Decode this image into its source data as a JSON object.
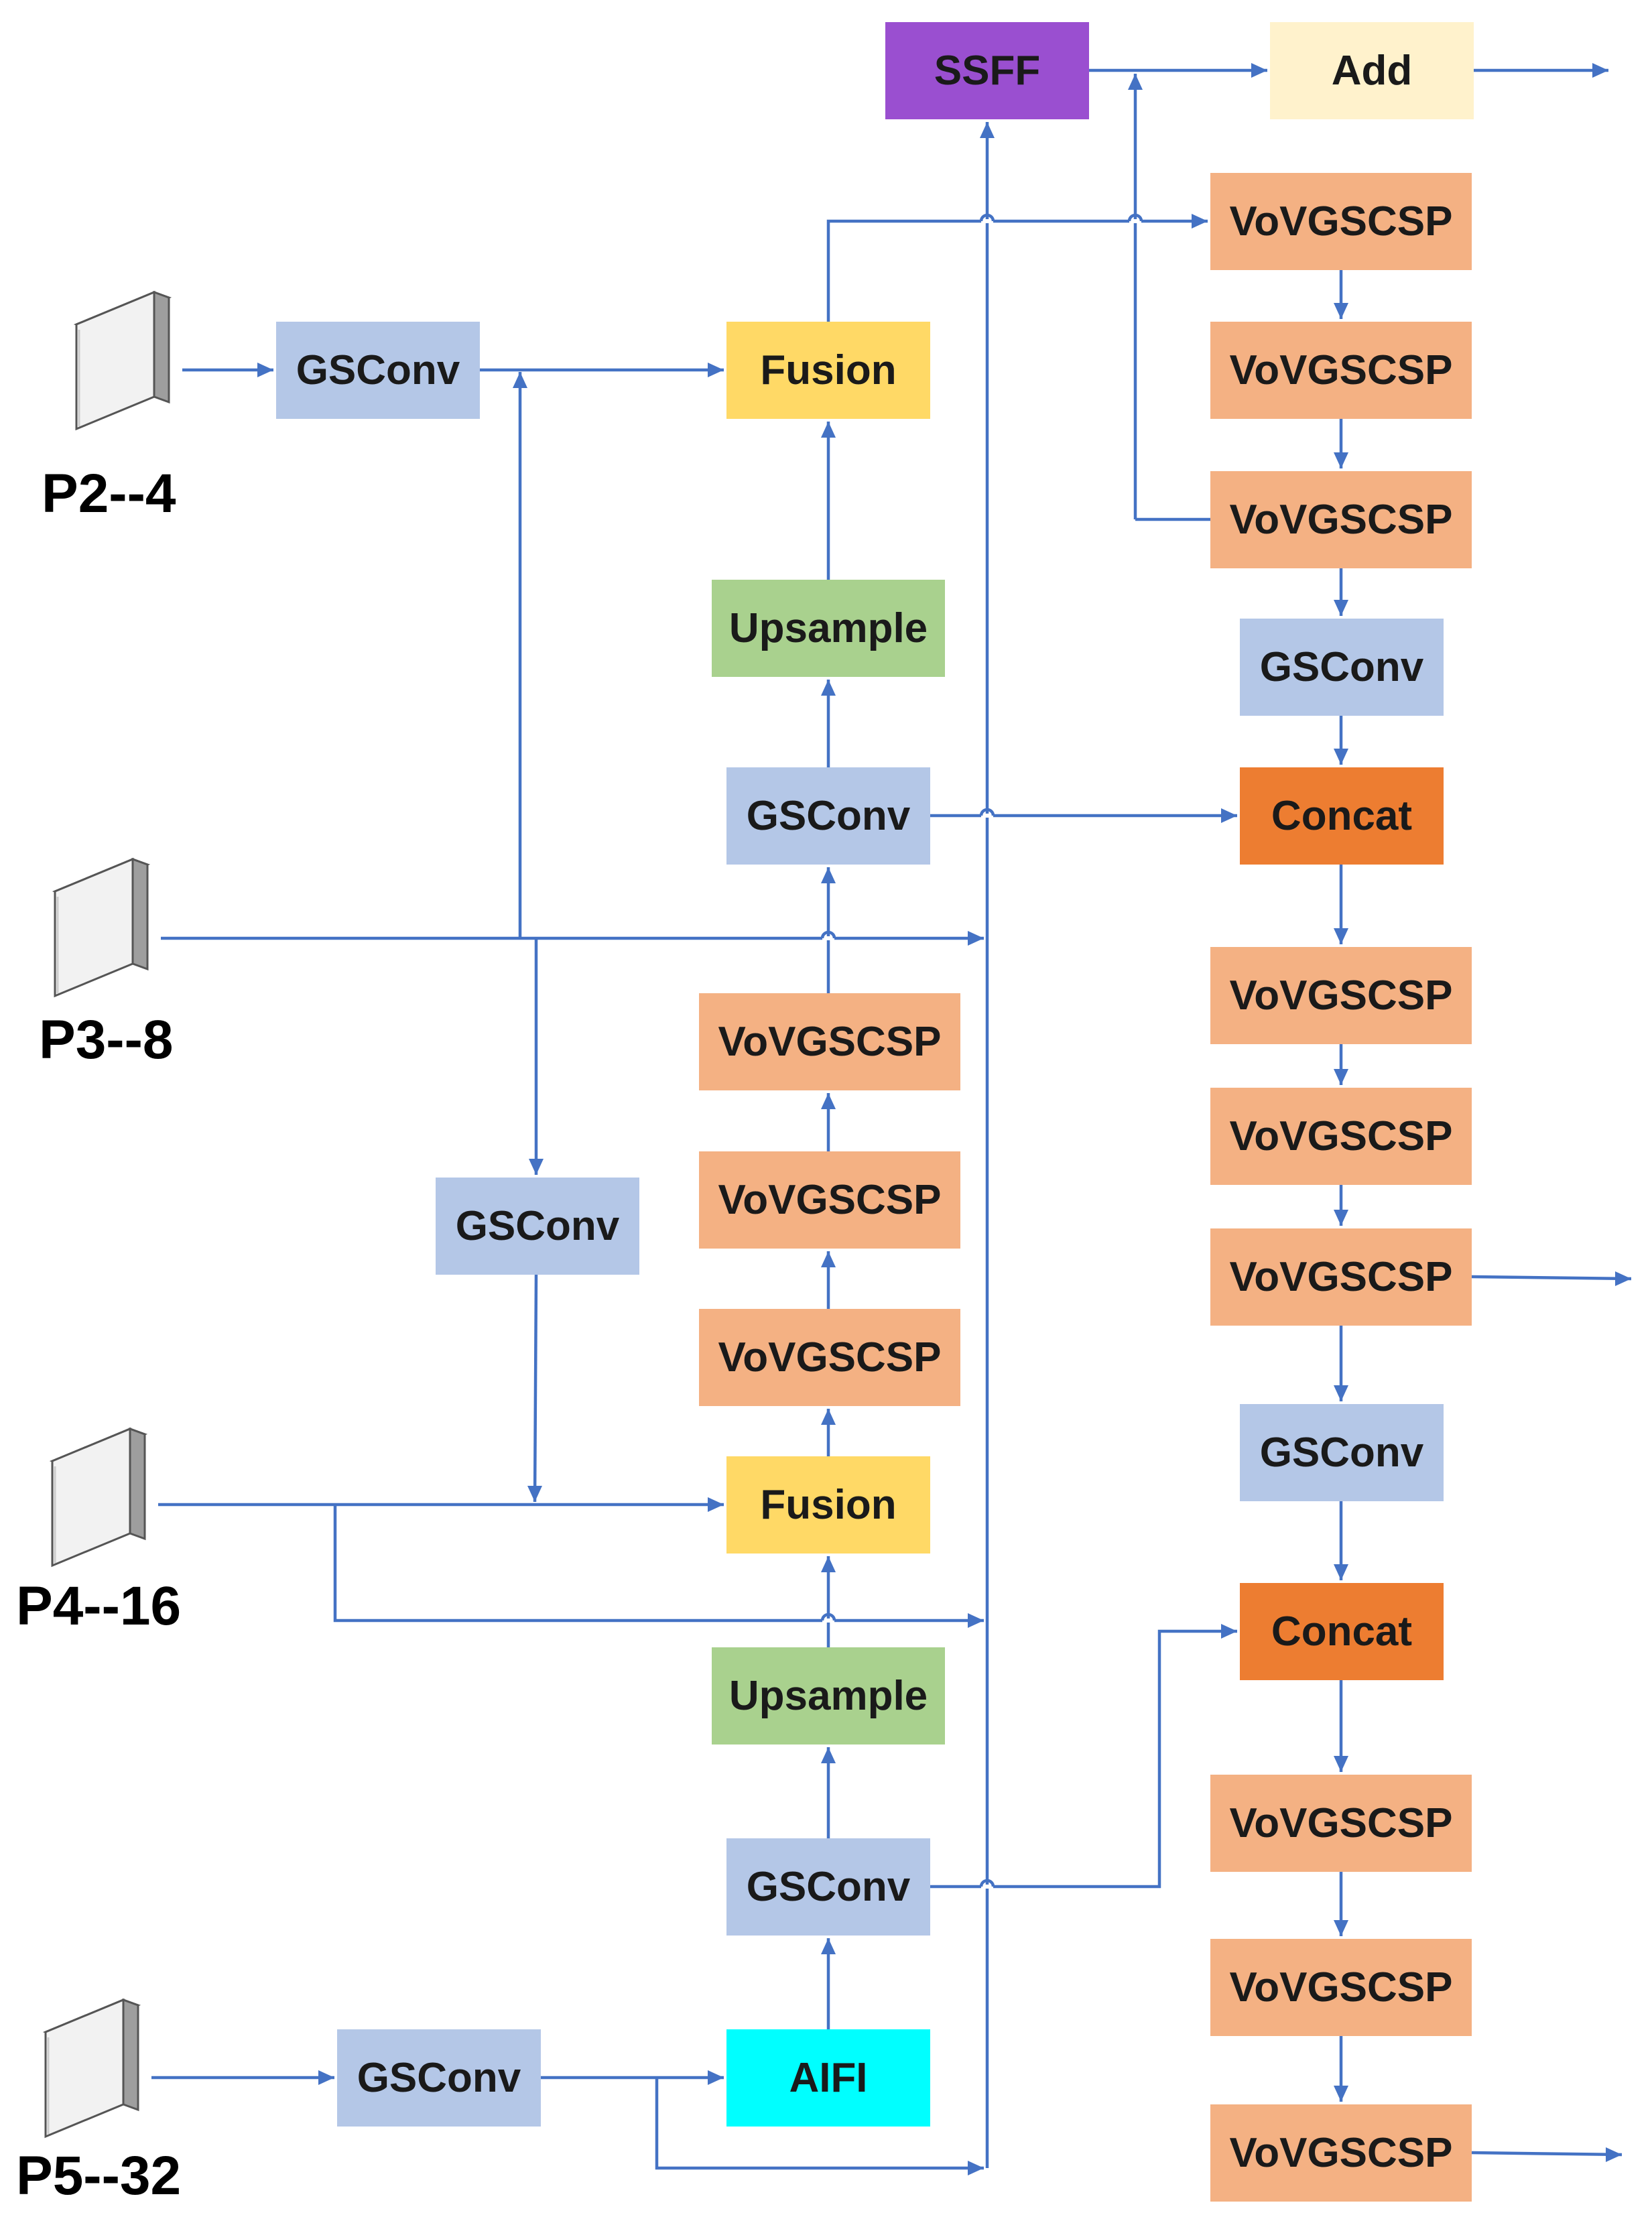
{
  "inputs": {
    "p2": "P2--4",
    "p3": "P3--8",
    "p4": "P4--16",
    "p5": "P5--32"
  },
  "nodes": {
    "ssff": "SSFF",
    "add": "Add",
    "gsconv_p2": "GSConv",
    "fusion_top": "Fusion",
    "upsample_top": "Upsample",
    "gsconv_mid": "GSConv",
    "vov_mid_1": "VoVGSCSP",
    "vov_mid_2": "VoVGSCSP",
    "vov_mid_3": "VoVGSCSP",
    "gsconv_left": "GSConv",
    "fusion_bottom": "Fusion",
    "upsample_bottom": "Upsample",
    "gsconv_low": "GSConv",
    "aifi": "AIFI",
    "gsconv_p5": "GSConv",
    "vov_r1": "VoVGSCSP",
    "vov_r2": "VoVGSCSP",
    "vov_r3": "VoVGSCSP",
    "gsconv_r1": "GSConv",
    "concat_1": "Concat",
    "vov_r4": "VoVGSCSP",
    "vov_r5": "VoVGSCSP",
    "vov_r6": "VoVGSCSP",
    "gsconv_r2": "GSConv",
    "concat_2": "Concat",
    "vov_r7": "VoVGSCSP",
    "vov_r8": "VoVGSCSP",
    "vov_r9": "VoVGSCSP"
  },
  "colors": {
    "arrow": "#4472C4",
    "gsconv": "#B4C7E7",
    "vovgscsp": "#F4B183",
    "fusion": "#FFD966",
    "upsample": "#A9D18E",
    "ssff": "#9A4FD0",
    "add": "#FFF2CC",
    "concat": "#ED7D31",
    "aifi": "#00FFFF"
  }
}
